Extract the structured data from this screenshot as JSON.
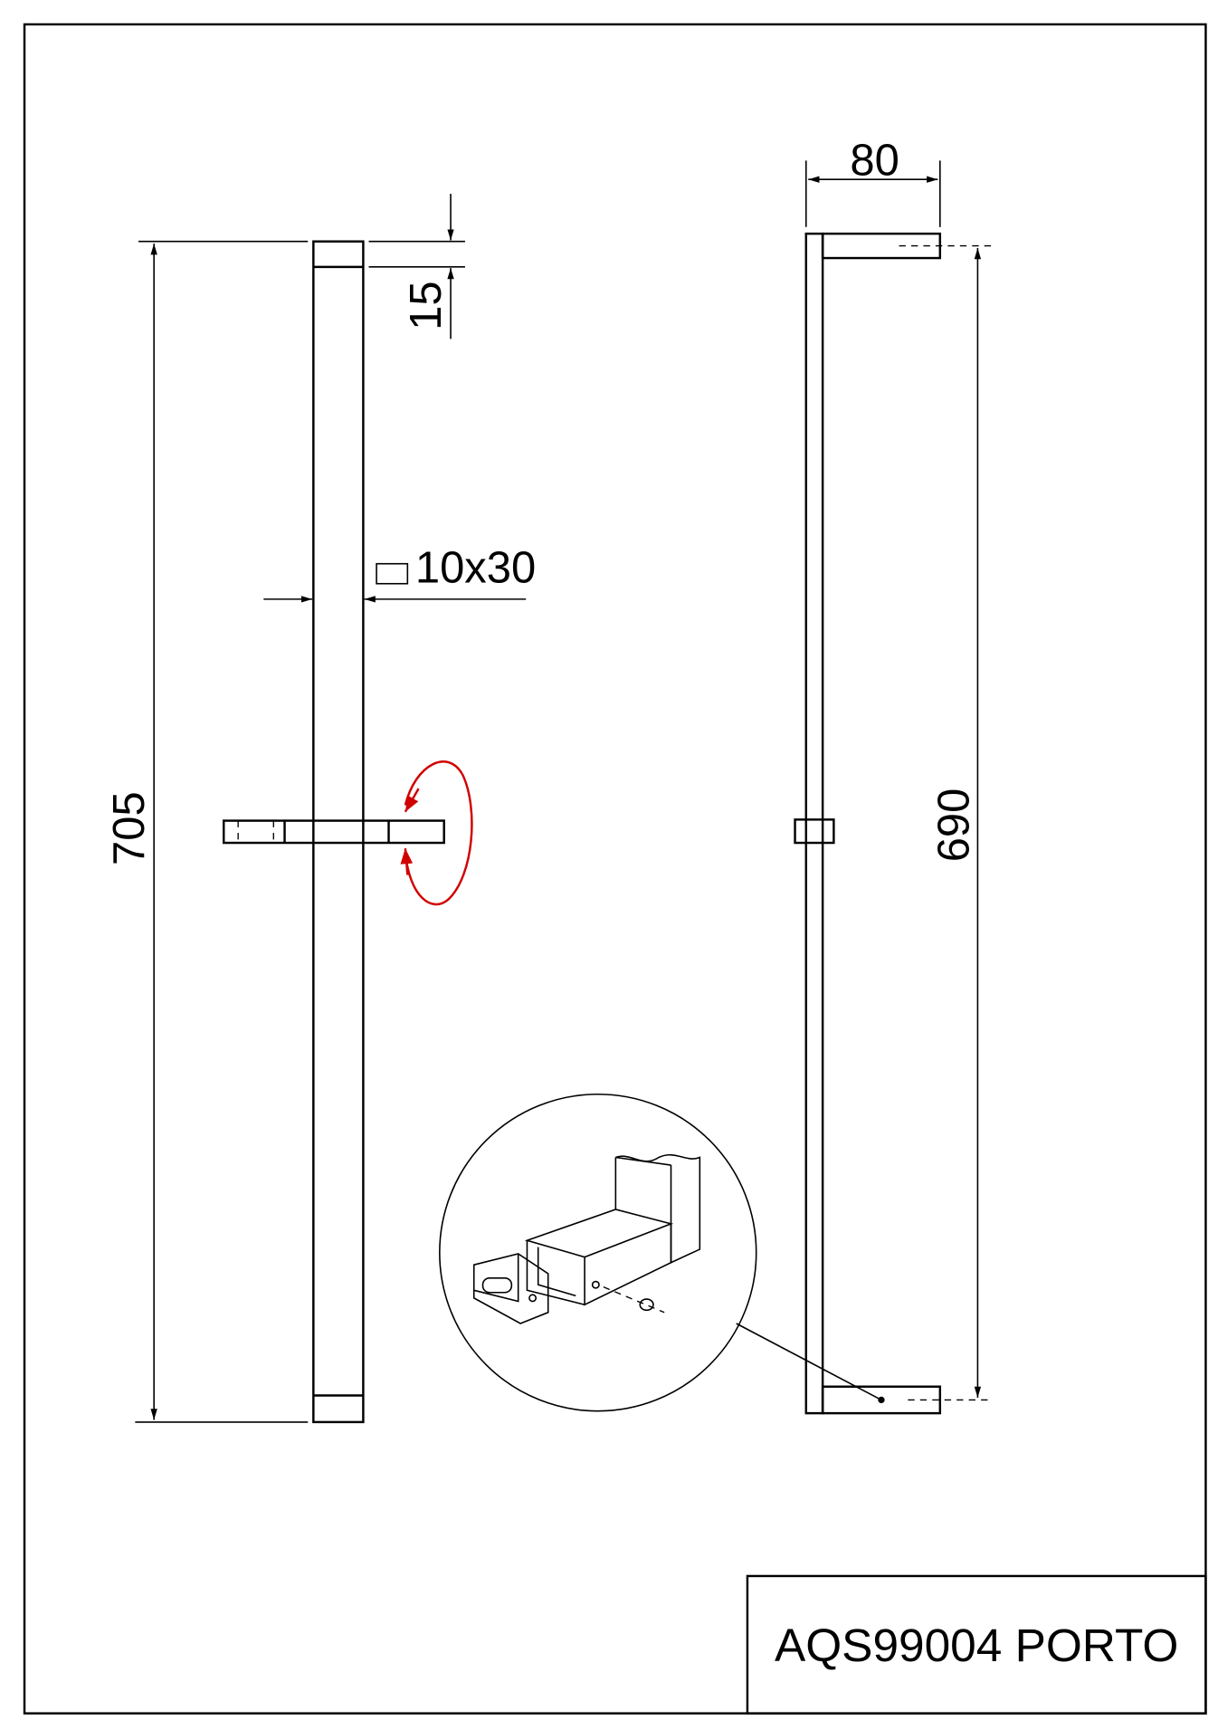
{
  "dimensions": {
    "total_height": "705",
    "cap_height": "15",
    "profile": "10x30",
    "depth": "80",
    "fixing_distance": "690"
  },
  "title_block": {
    "title": "AQS99004 PORTO"
  },
  "colors": {
    "line": "#000000",
    "rotation_arrow": "#d00000"
  }
}
